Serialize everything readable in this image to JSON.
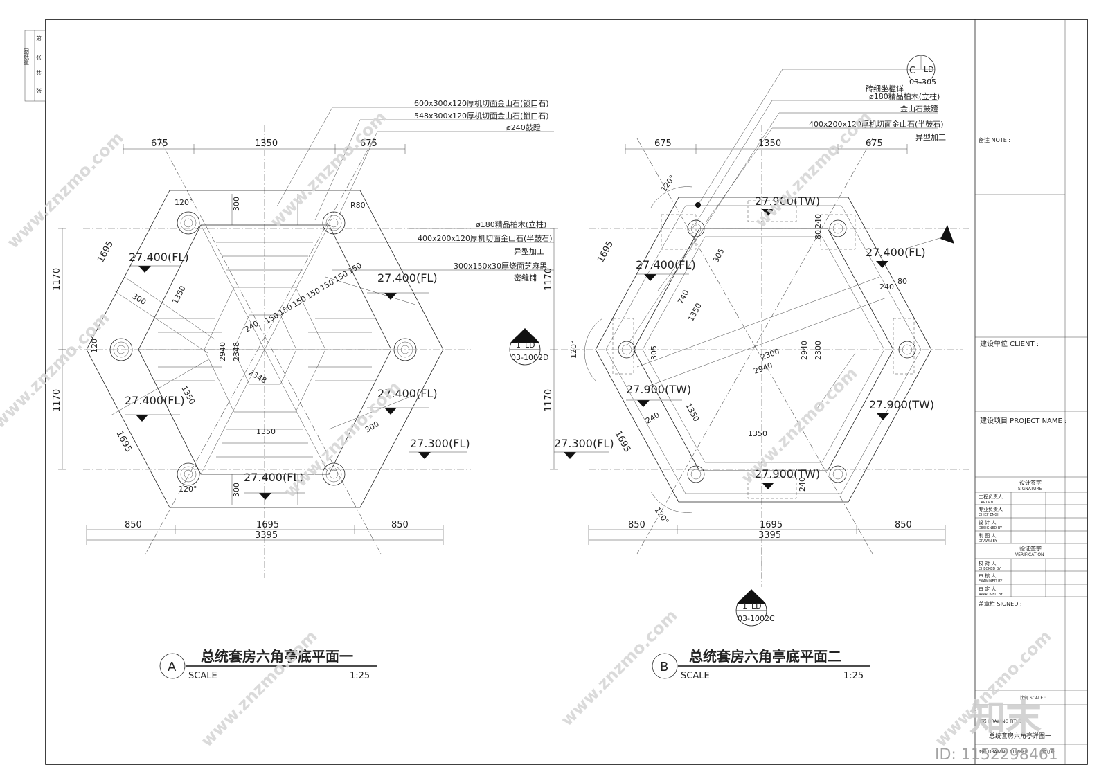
{
  "drawing_a": {
    "label_letter": "A",
    "title": "总统套房六角亭底平面一",
    "scale_word": "SCALE",
    "scale_value": "1:25",
    "dims_top": [
      "675",
      "1350",
      "675"
    ],
    "dims_bottom": [
      "850",
      "1695",
      "850"
    ],
    "dim_total": "3395",
    "dims_left": [
      "1170",
      "1170"
    ],
    "dims_diag": [
      "1695",
      "1695"
    ],
    "misc_dims": [
      "300",
      "300",
      "1350",
      "1350",
      "1350",
      "300",
      "R80",
      "2940",
      "2348",
      "2348",
      "240",
      "150",
      "150",
      "150",
      "150",
      "150",
      "150",
      "150",
      "300"
    ],
    "angles": [
      "120°",
      "120°",
      "120°"
    ],
    "elevations": [
      "27.400(FL)",
      "27.400(FL)",
      "27.400(FL)",
      "27.400(FL)",
      "27.400(FL)",
      "27.300(FL)"
    ],
    "callouts": [
      "600x300x120厚机切面金山石(锁口石)",
      "548x300x120厚机切面金山石(锁口石)",
      "ø240鼓蹬",
      "ø180精品柏木(立柱)",
      "400x200x120厚机切面金山石(半鼓石)",
      "异型加工",
      "300x150x30厚烧面芝麻黑",
      "密缝铺"
    ]
  },
  "drawing_b": {
    "label_letter": "B",
    "title": "总统套房六角亭底平面二",
    "scale_word": "SCALE",
    "scale_value": "1:25",
    "dims_top": [
      "675",
      "1350",
      "675"
    ],
    "dims_bottom": [
      "850",
      "1695",
      "850"
    ],
    "dim_total": "3395",
    "dims_left": [
      "1170",
      "1170"
    ],
    "dims_diag": [
      "1695",
      "1695"
    ],
    "misc_dims": [
      "305",
      "740",
      "1350",
      "2300",
      "2940",
      "2940",
      "2300",
      "240",
      "80",
      "240",
      "80",
      "1350",
      "240",
      "240",
      "305",
      "1350"
    ],
    "angles": [
      "120°",
      "120°",
      "120°"
    ],
    "elevations": [
      "27.900(TW)",
      "27.400(FL)",
      "27.400(FL)",
      "27.900(TW)",
      "27.900(TW)",
      "27.900(TW)",
      "27.300(FL)"
    ],
    "callouts": [
      "砖细坐槛详",
      "ø180精品柏木(立柱)",
      "金山石鼓蹬",
      "400x200x120厚机切面金山石(半鼓石)",
      "异型加工"
    ],
    "detail_ref": {
      "letter": "C",
      "code": "LD",
      "sheet": "03-305"
    }
  },
  "section_refs": [
    {
      "top": "1",
      "code": "LD",
      "sheet": "03-1002D"
    },
    {
      "top": "1",
      "code": "LD",
      "sheet": "03-1002C"
    }
  ],
  "left_strip": {
    "col1": "图纸量",
    "col2": [
      "第",
      "张",
      "共",
      "张"
    ]
  },
  "title_block": {
    "note": "备注 NOTE :",
    "client": "建设单位 CLIENT :",
    "project": "建设项目 PROJECT NAME :",
    "signature_cn": "设计签字",
    "signature_en": "SIGNATURE",
    "sign_rows": [
      {
        "cn": "工程负责人",
        "en": "CAPTAIN"
      },
      {
        "cn": "专业负责人",
        "en": "CHIEF ENGI."
      },
      {
        "cn": "设 计 人",
        "en": "DESIGNED BY"
      },
      {
        "cn": "制 图 人",
        "en": "DRAWN BY"
      }
    ],
    "verify_cn": "验证签字",
    "verify_en": "VERIFICATION",
    "verify_rows": [
      {
        "cn": "校 对 人",
        "en": "CHECKED BY"
      },
      {
        "cn": "审 核 人",
        "en": "EXAMINED BY"
      },
      {
        "cn": "审 定 人",
        "en": "APPROVED BY"
      }
    ],
    "signed": "盖章栏  SIGNED :",
    "scale_label": "比例 SCALE :",
    "drawing_title_label": "图名 DRAWING TITLE",
    "drawing_title": "总统套房六角亭详图一",
    "drawing_number_label": "图号 DRAWING NUMBER",
    "version_label": "修订号"
  },
  "watermark": {
    "site": "www.znzmo.com",
    "brand": "知末",
    "id": "ID: 1152298461"
  }
}
